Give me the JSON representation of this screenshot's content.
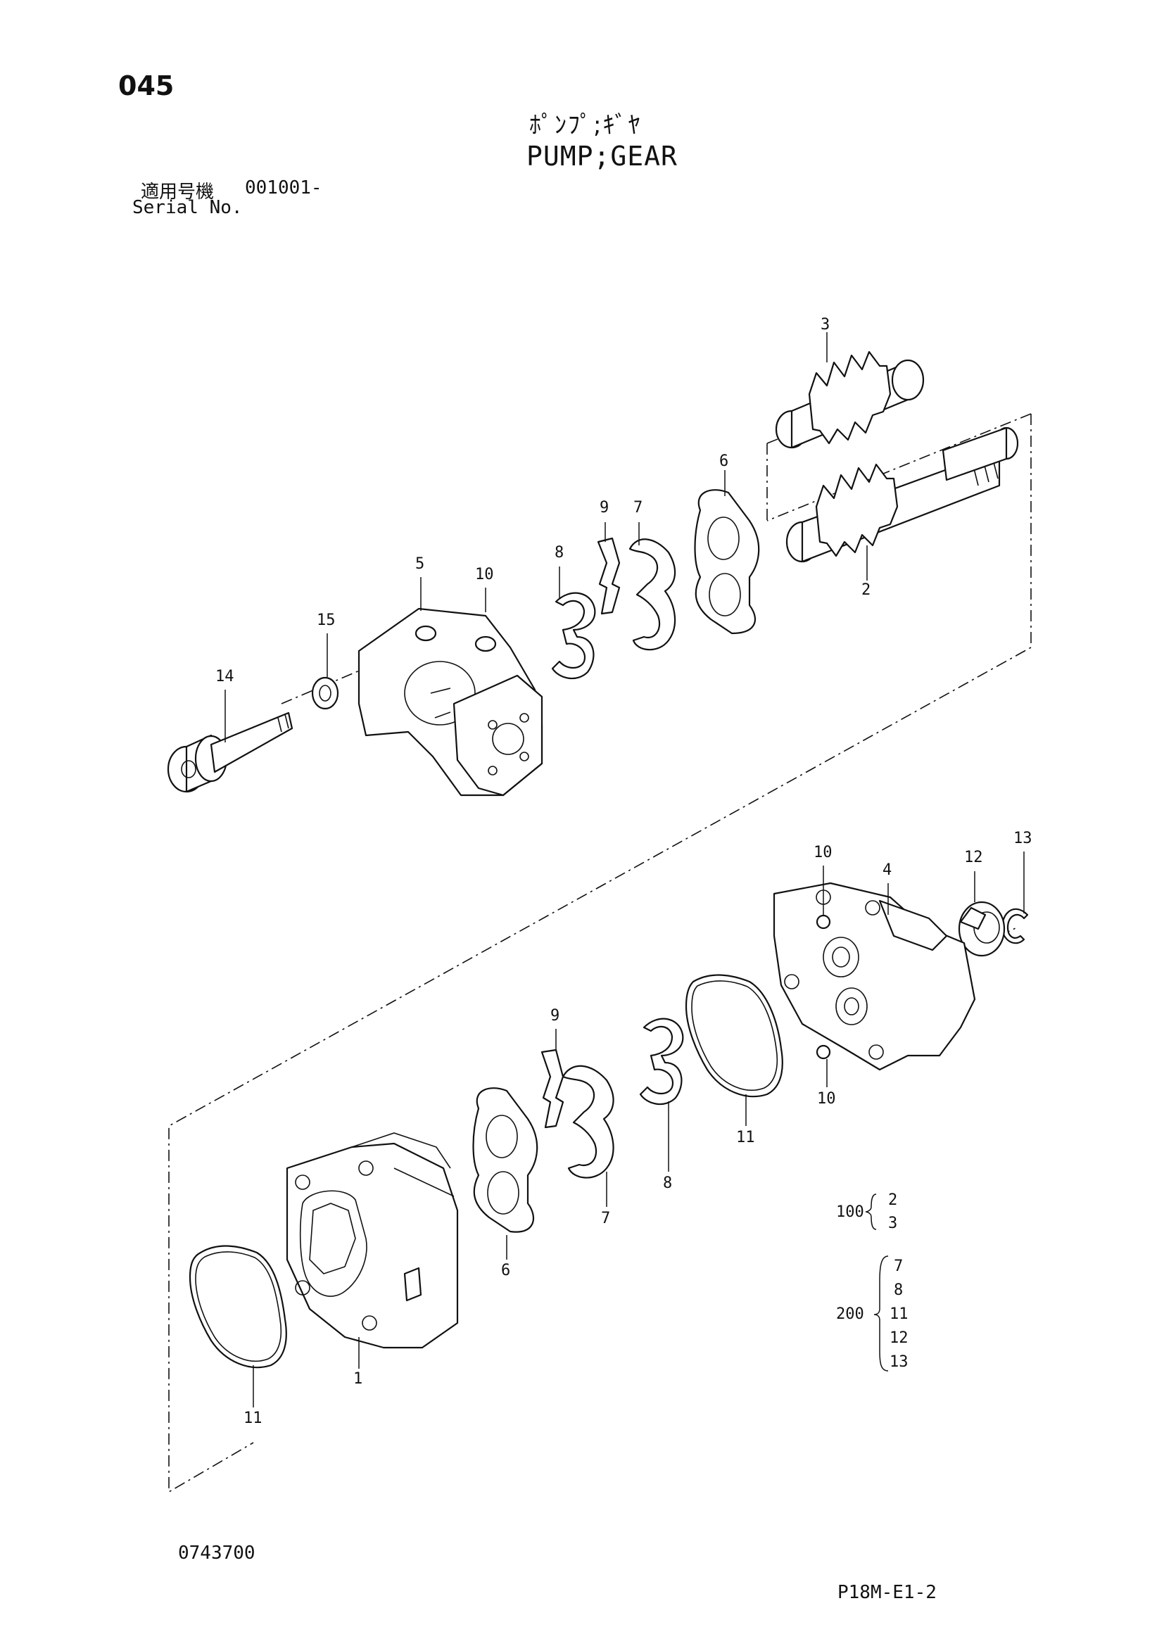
{
  "header": {
    "page_number": "045",
    "title_jp": "ﾎﾟﾝﾌﾟ;ｷﾞﾔ",
    "title_en": "PUMP;GEAR",
    "serial_label_jp": "適用号機",
    "serial_range": "001001-",
    "serial_label_en": "Serial No."
  },
  "callouts": {
    "c1": "1",
    "c2": "2",
    "c3": "3",
    "c4": "4",
    "c5": "5",
    "c6a": "6",
    "c6b": "6",
    "c7a": "7",
    "c7b": "7",
    "c8a": "8",
    "c8b": "8",
    "c9a": "9",
    "c9b": "9",
    "c10a": "10",
    "c10b": "10",
    "c10c": "10",
    "c11a": "11",
    "c11b": "11",
    "c12": "12",
    "c13": "13",
    "c14": "14",
    "c15": "15"
  },
  "kits": {
    "k100": {
      "label": "100",
      "items": [
        "2",
        "3"
      ]
    },
    "k200": {
      "label": "200",
      "items": [
        "7",
        "8",
        "11",
        "12",
        "13"
      ]
    }
  },
  "footer": {
    "drawing_number": "0743700",
    "figure_code": "P18M-E1-2"
  }
}
